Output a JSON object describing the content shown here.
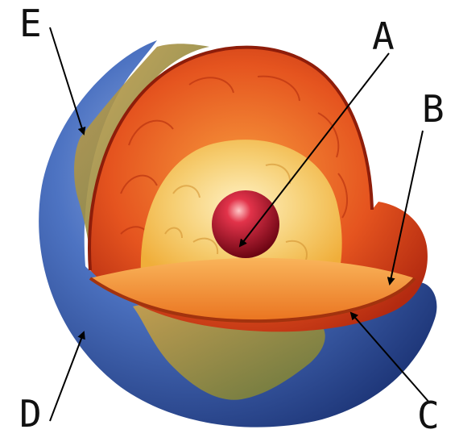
{
  "labels": {
    "A": "A",
    "B": "B",
    "C": "C",
    "D": "D",
    "E": "E"
  },
  "colors": {
    "ocean": "#3e63b5",
    "land": "#b08a3a",
    "crust": "#d9461d",
    "mantle": "#f0821c",
    "outer_core": "#f3cc76",
    "inner_core": "#c4142c"
  }
}
